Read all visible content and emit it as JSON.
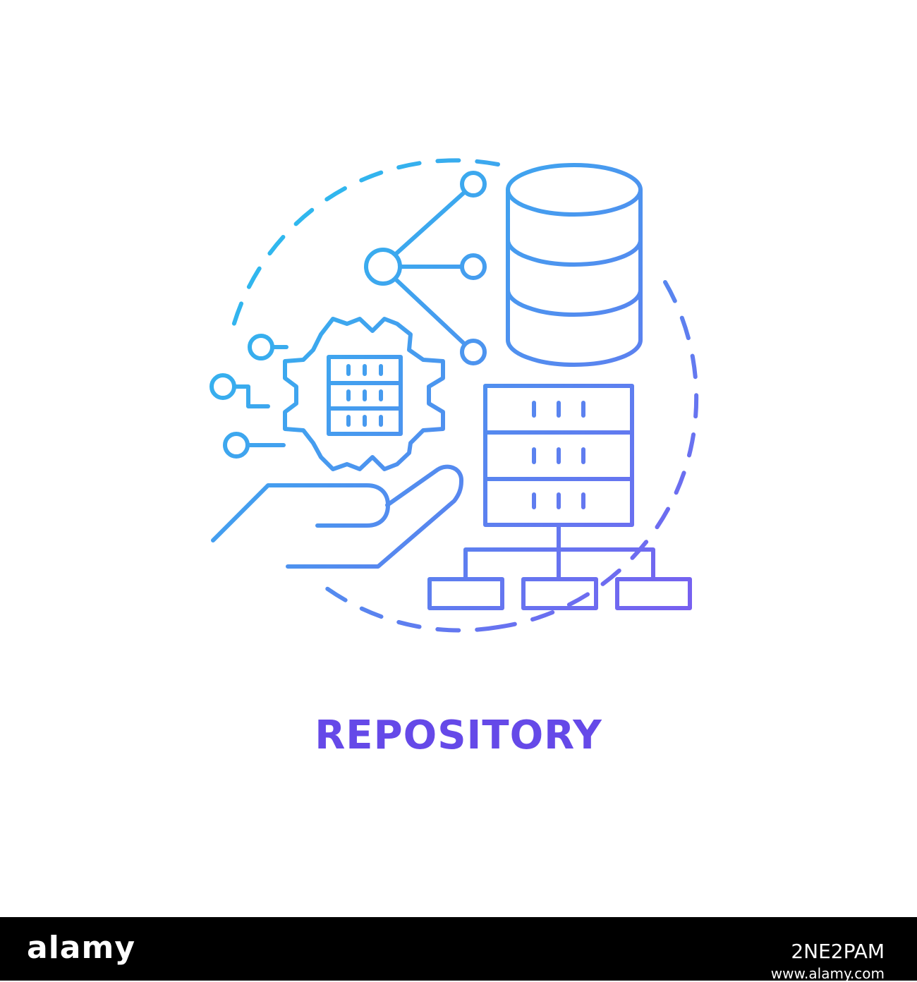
{
  "caption": {
    "text": "REPOSITORY",
    "color": "#6549e8"
  },
  "gradient": {
    "start": "#22c8ee",
    "end": "#7a5cf0"
  },
  "icons": {
    "dashed_ring": "dashed-circle-icon",
    "network": "network-nodes-icon",
    "database": "database-cylinder-icon",
    "gear": "gear-icon",
    "server_small": "server-rack-icon",
    "connectors": "circuit-connectors-icon",
    "hand": "open-hand-icon",
    "server_large": "server-rack-icon",
    "hierarchy": "hierarchy-tree-icon"
  },
  "footer": {
    "logo": "alamy",
    "image_id": "2NE2PAM",
    "link": "www.alamy.com"
  }
}
